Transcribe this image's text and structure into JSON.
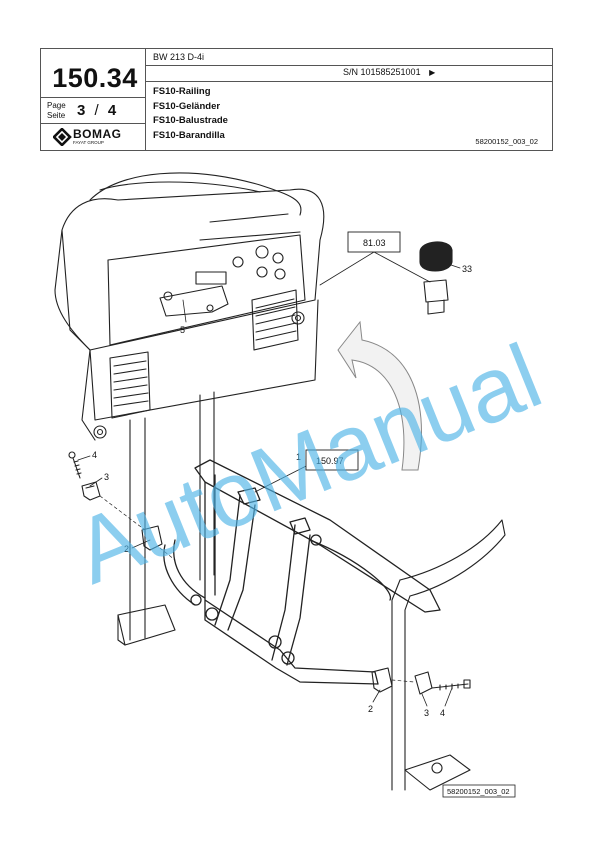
{
  "header": {
    "page_number": "150.34",
    "model": "BW 213 D-4i",
    "serial": "S/N 101585251001",
    "serial_arrow": "▶",
    "page_label_en": "Page",
    "page_label_de": "Seite",
    "page_current": "3",
    "page_sep": "/",
    "page_total": "4",
    "brand": "BOMAG",
    "brand_sub": "FAYAT GROUP",
    "titles": [
      "FS10-Railing",
      "FS10-Geländer",
      "FS10-Balustrade",
      "FS10-Barandilla"
    ],
    "drawing_ref": "58200152_003_02"
  },
  "diagram": {
    "ref_boxes": [
      {
        "id": "ref-81-03",
        "text": "81.03"
      },
      {
        "id": "ref-150-97",
        "text": "150.97"
      }
    ],
    "callouts": [
      "5",
      "33",
      "1",
      "4",
      "3",
      "2",
      "2",
      "3",
      "4"
    ],
    "footer_ref": "58200152_003_02"
  },
  "watermark": {
    "text": "AutoManual",
    "color": "#4fb4e6"
  }
}
